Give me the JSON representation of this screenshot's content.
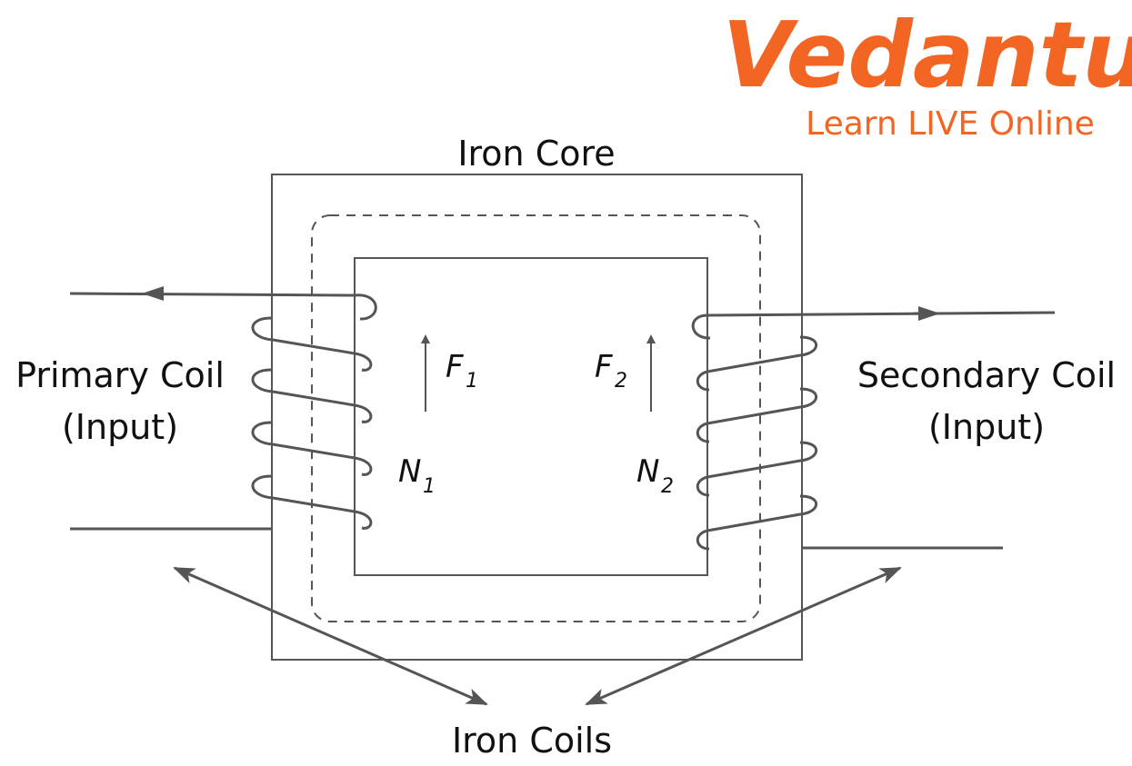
{
  "logo": {
    "brand": "Vedantu",
    "tagline": "Learn LIVE Online"
  },
  "labels": {
    "iron_core": "Iron Core",
    "primary_line1": "Primary Coil",
    "primary_line2": "(Input)",
    "secondary_line1": "Secondary Coil",
    "secondary_line2": "(Input)",
    "iron_coils": "Iron Coils"
  },
  "symbols": {
    "f1": "F",
    "f1_sub": "1",
    "f2": "F",
    "f2_sub": "2",
    "n1": "N",
    "n1_sub": "1",
    "n2": "N",
    "n2_sub": "2"
  },
  "colors": {
    "line": "#555555",
    "brand": "#f26522"
  }
}
